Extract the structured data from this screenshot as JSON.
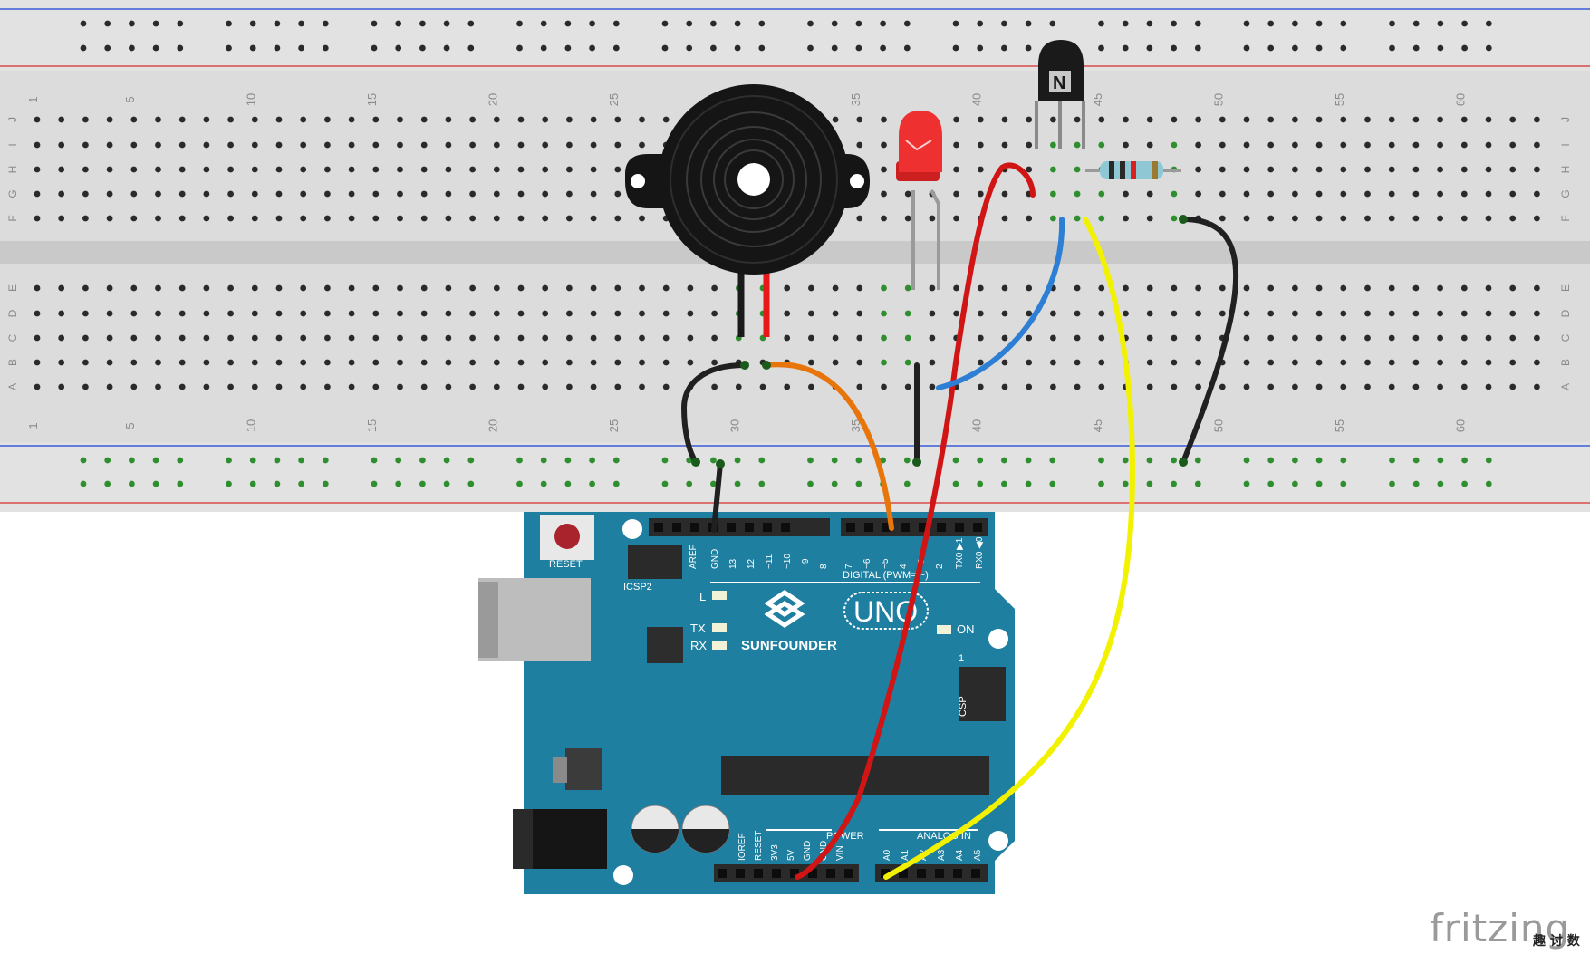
{
  "breadboard": {
    "column_numbers": [
      "1",
      "5",
      "10",
      "15",
      "20",
      "25",
      "30",
      "35",
      "40",
      "45",
      "50",
      "55",
      "60"
    ],
    "upper_row_letters": [
      "J",
      "I",
      "H",
      "G",
      "F"
    ],
    "lower_row_letters": [
      "E",
      "D",
      "C",
      "B",
      "A"
    ]
  },
  "arduino": {
    "reset_label": "RESET",
    "icsp2_label": "ICSP2",
    "icsp_label": "ICSP",
    "icsp_pin1": "1",
    "digital_section_label": "DIGITAL (PWM= ~)",
    "digital_pins": [
      "AREF",
      "GND",
      "13",
      "12",
      "~11",
      "~10",
      "~9",
      "8",
      "7",
      "~6",
      "~5",
      "4",
      "~3",
      "2",
      "TX0 ▶1",
      "RX0 ◀0"
    ],
    "led_labels": [
      "L",
      "TX",
      "RX"
    ],
    "on_label": "ON",
    "logo_text": "SUNFOUNDER",
    "model_text": "UNO",
    "power_section_label": "POWER",
    "power_pins": [
      "IOREF",
      "RESET",
      "3V3",
      "5V",
      "GND",
      "GND",
      "VIN"
    ],
    "analog_section_label": "ANALOG IN",
    "analog_pins": [
      "A0",
      "A1",
      "A2",
      "A3",
      "A4",
      "A5"
    ]
  },
  "components": {
    "transistor_marking": "N"
  },
  "colors": {
    "board_blue": "#1f7fa0",
    "wire_red": "#d11414",
    "wire_yellow": "#f2f200",
    "wire_blue": "#2c7fd4",
    "wire_orange": "#e8750a",
    "wire_black": "#202020",
    "led_red": "#ee3030"
  },
  "watermark": {
    "brand": "fritzing",
    "overlay_glyphs": "趣 讨 数"
  }
}
